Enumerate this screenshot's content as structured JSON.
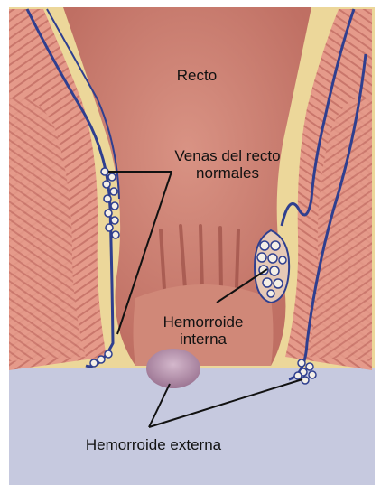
{
  "labels": {
    "recto": "Recto",
    "venas_line1": "Venas del recto",
    "venas_line2": "normales",
    "hemorroide_interna_line1": "Hemorroide",
    "hemorroide_interna_line2": "interna",
    "hemorroide_externa": "Hemorroide externa"
  },
  "colors": {
    "background": "#ffffff",
    "rectum": "#cf8679",
    "rectum_dark": "#b9685c",
    "muscle": "#e59a8a",
    "muscle_stripe": "#c8685e",
    "fat": "#ecd79a",
    "vein": "#2f3f8f",
    "skin_floor": "#c8cbe0",
    "pointer_line": "#111111",
    "external_hemorrhoid": "#b08aa6"
  }
}
